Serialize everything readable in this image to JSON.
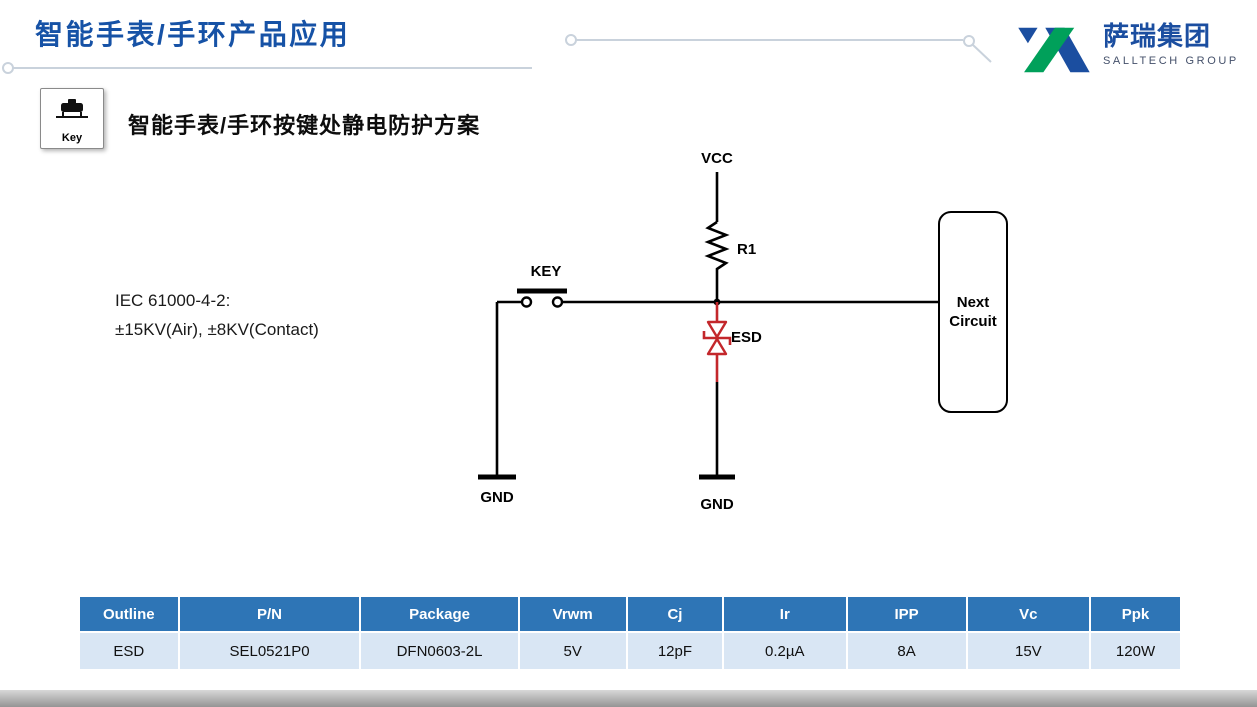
{
  "slide": {
    "title": "智能手表/手环产品应用",
    "section_heading": "智能手表/手环按键处静电防护方案",
    "key_box_label": "Key"
  },
  "logo": {
    "name_cn": "萨瑞集团",
    "name_en": "SALLTECH GROUP"
  },
  "circuit": {
    "vcc_label": "VCC",
    "resistor_label": "R1",
    "switch_label": "KEY",
    "esd_label": "ESD",
    "gnd_left_label": "GND",
    "gnd_right_label": "GND",
    "next_circuit_line1": "Next",
    "next_circuit_line2": "Circuit",
    "iec_line1": "IEC 61000-4-2:",
    "iec_line2": "±15KV(Air), ±8KV(Contact)"
  },
  "table": {
    "headers": [
      "Outline",
      "P/N",
      "Package",
      "Vrwm",
      "Cj",
      "Ir",
      "IPP",
      "Vc",
      "Ppk"
    ],
    "rows": [
      [
        "ESD",
        "SEL0521P0",
        "DFN0603-2L",
        "5V",
        "12pF",
        "0.2µA",
        "8A",
        "15V",
        "120W"
      ]
    ]
  },
  "colors": {
    "title_blue": "#1652A6",
    "logo_blue": "#1B4EA0",
    "logo_green": "#00A05A",
    "table_header_blue": "#2E75B6",
    "table_row_blue": "#D9E6F4",
    "esd_red": "#C3272B"
  }
}
